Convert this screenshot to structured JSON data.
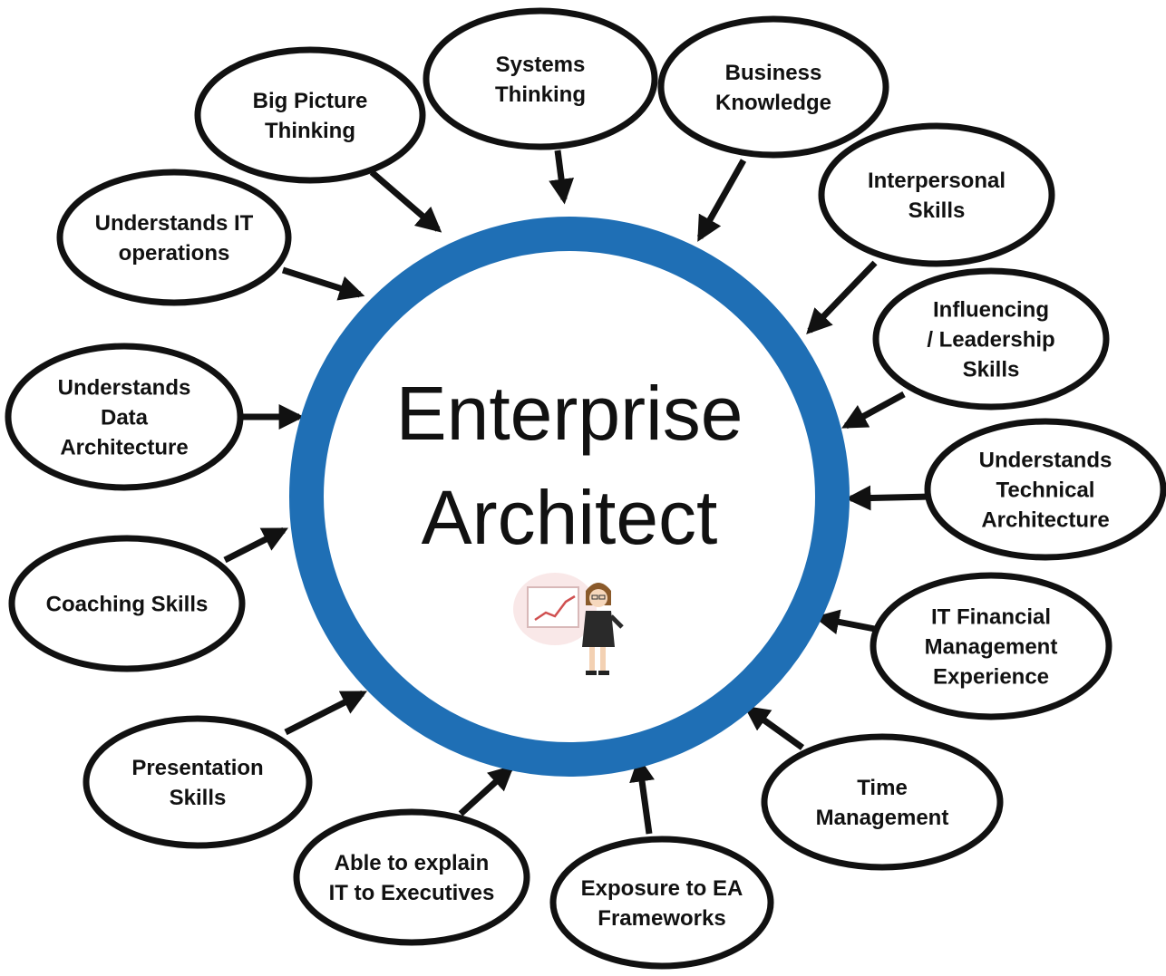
{
  "center": {
    "lines": [
      "Enterprise",
      "Architect"
    ],
    "ring_color": "#1f6fb5",
    "figure_icon": "presenter-with-chart-icon"
  },
  "skills": [
    {
      "id": "big-picture-thinking",
      "lines": [
        "Big Picture",
        "Thinking"
      ]
    },
    {
      "id": "systems-thinking",
      "lines": [
        "Systems",
        "Thinking"
      ]
    },
    {
      "id": "business-knowledge",
      "lines": [
        "Business",
        "Knowledge"
      ]
    },
    {
      "id": "interpersonal-skills",
      "lines": [
        "Interpersonal",
        "Skills"
      ]
    },
    {
      "id": "influencing-leadership-skills",
      "lines": [
        "Influencing",
        "/ Leadership",
        "Skills"
      ]
    },
    {
      "id": "understands-technical-architecture",
      "lines": [
        "Understands",
        "Technical",
        "Architecture"
      ]
    },
    {
      "id": "it-financial-management-experience",
      "lines": [
        "IT Financial",
        "Management",
        "Experience"
      ]
    },
    {
      "id": "time-management",
      "lines": [
        "Time",
        "Management"
      ]
    },
    {
      "id": "exposure-to-ea-frameworks",
      "lines": [
        "Exposure to EA",
        "Frameworks"
      ]
    },
    {
      "id": "able-to-explain-it-to-executives",
      "lines": [
        "Able to explain",
        "IT to Executives"
      ]
    },
    {
      "id": "presentation-skills",
      "lines": [
        "Presentation",
        "Skills"
      ]
    },
    {
      "id": "coaching-skills",
      "lines": [
        "Coaching Skills"
      ]
    },
    {
      "id": "understands-data-architecture",
      "lines": [
        "Understands",
        "Data",
        "Architecture"
      ]
    },
    {
      "id": "understands-it-operations",
      "lines": [
        "Understands IT",
        "operations"
      ]
    }
  ]
}
